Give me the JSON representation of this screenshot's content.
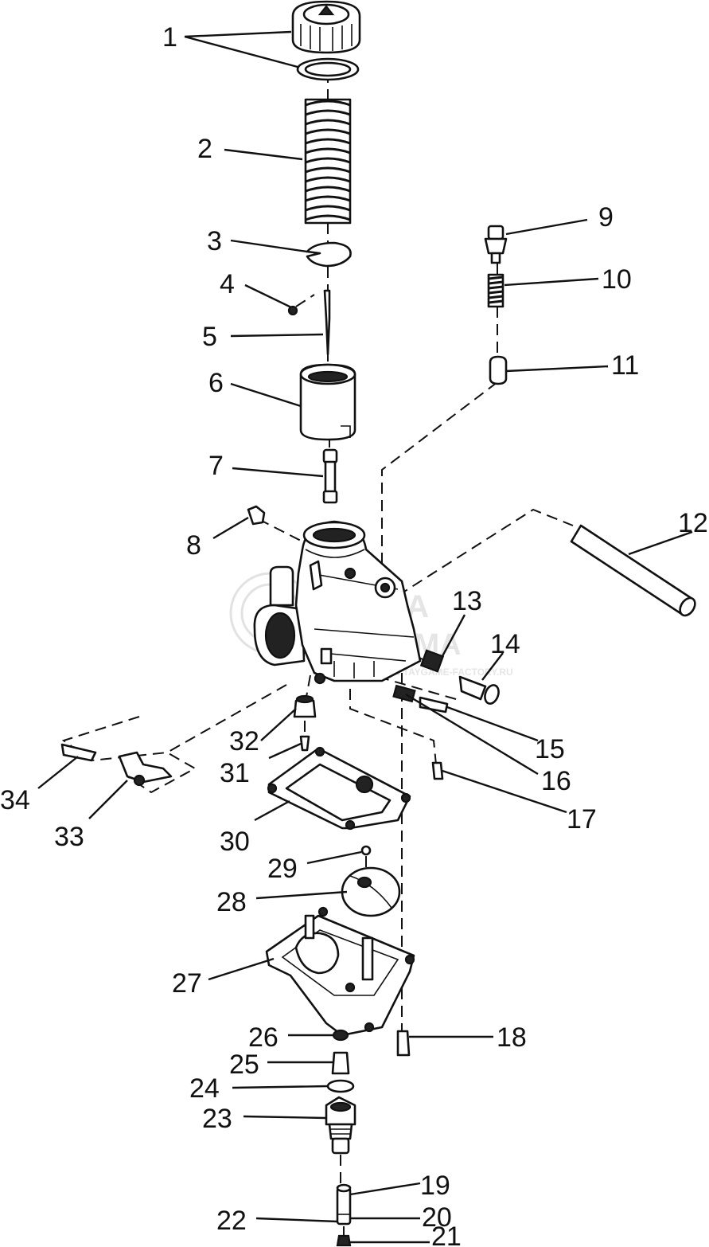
{
  "watermark": {
    "line1": "ЛАВКА",
    "line2": "ТИМА",
    "line3": "WWW.TAYGAME-FACTORY.RU"
  },
  "callouts": [
    "1",
    "2",
    "3",
    "4",
    "5",
    "6",
    "7",
    "8",
    "9",
    "10",
    "11",
    "12",
    "13",
    "14",
    "15",
    "16",
    "17",
    "18",
    "19",
    "20",
    "21",
    "22",
    "23",
    "24",
    "25",
    "26",
    "27",
    "28",
    "29",
    "30",
    "31",
    "32",
    "33",
    "34"
  ]
}
